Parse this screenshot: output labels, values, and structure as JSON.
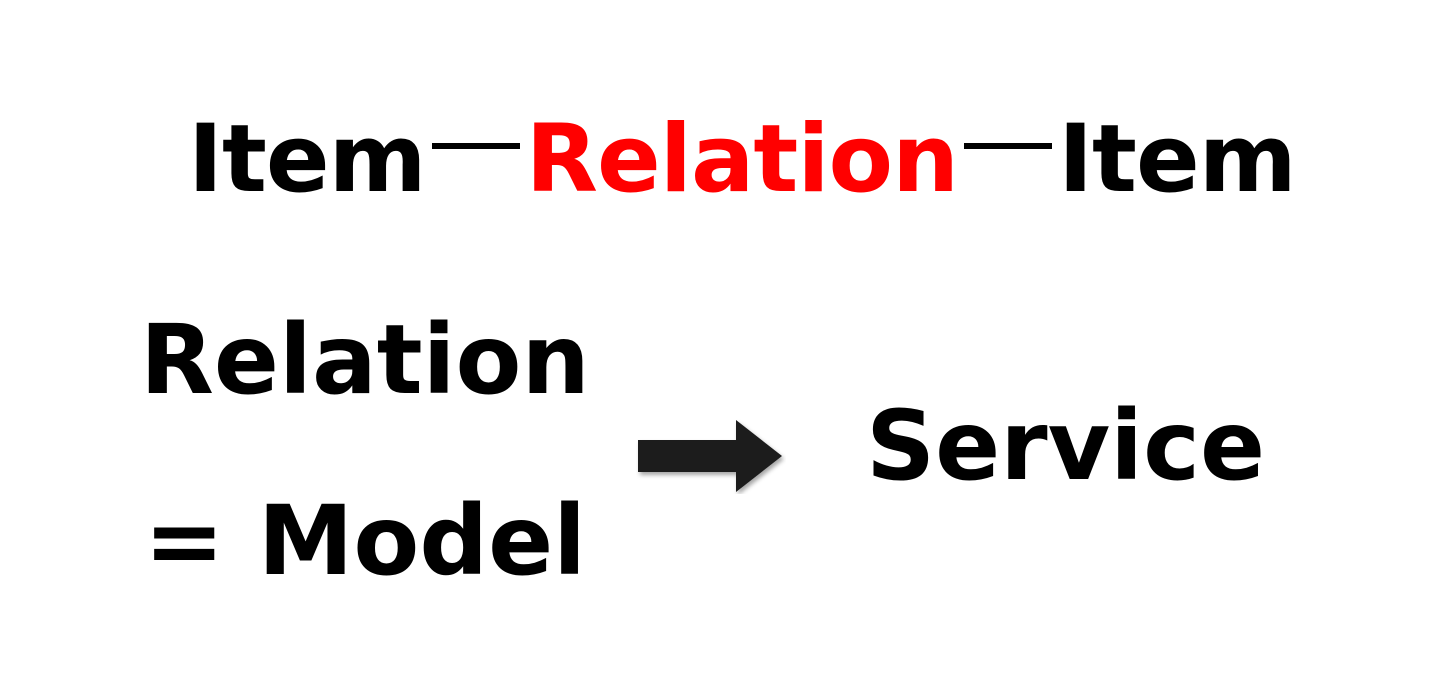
{
  "top_formula": {
    "left_item": "Item",
    "relation": "Relation",
    "right_item": "Item",
    "relation_color": "#ff0000"
  },
  "definition": {
    "line1": "Relation",
    "line2": "= Model"
  },
  "arrow": {
    "icon": "right-arrow-icon",
    "color": "#1a1a1a"
  },
  "result": {
    "label": "Service"
  }
}
